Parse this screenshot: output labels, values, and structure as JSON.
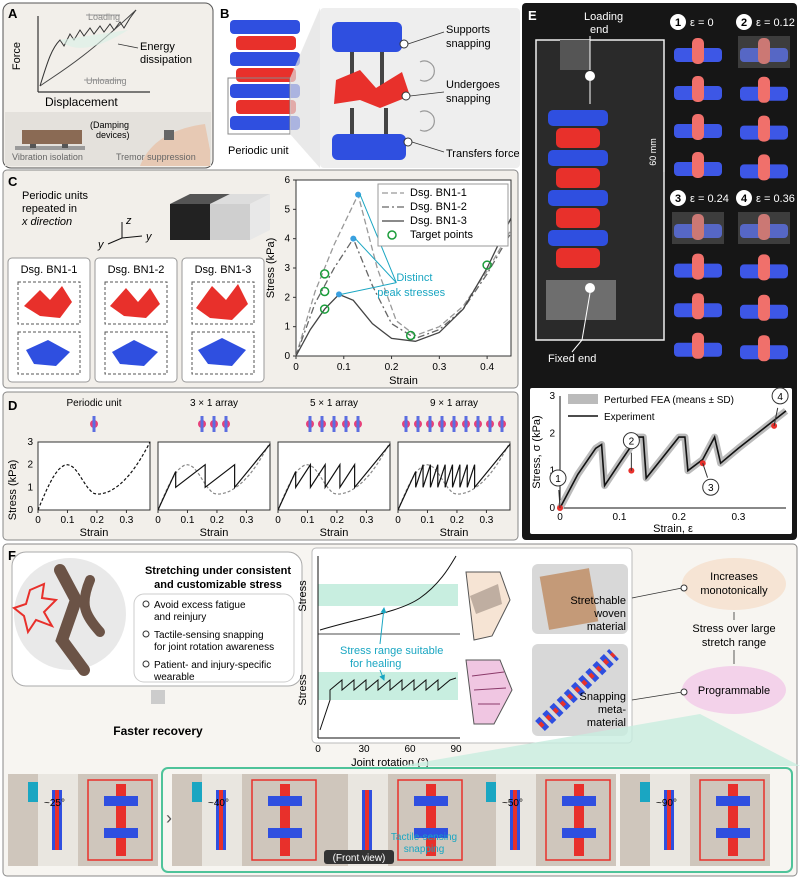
{
  "panels": {
    "A": "A",
    "B": "B",
    "C": "C",
    "D": "D",
    "E": "E",
    "F": "F"
  },
  "panel_a": {
    "ylabel": "Force",
    "xlabel": "Displacement",
    "loading": "Loading",
    "unloading": "Unloading",
    "energy_line1": "Energy",
    "energy_line2": "dissipation",
    "damping_line1": "(Damping",
    "damping_line2": "devices)",
    "vibration": "Vibration isolation",
    "tremor": "Tremor suppression"
  },
  "panel_b": {
    "periodic_unit": "Periodic unit",
    "supports_snapping": "Supports",
    "supports_snapping2": "snapping",
    "undergoes1": "Undergoes",
    "undergoes2": "snapping",
    "transfers": "Transfers force"
  },
  "panel_c": {
    "repeat_line1": "Periodic units",
    "repeat_line2": "repeated in",
    "repeat_line3": "x direction",
    "axis_z": "z",
    "axis_y1": "y",
    "axis_y2": "y",
    "designs": [
      "Dsg. BN1-1",
      "Dsg. BN1-2",
      "Dsg. BN1-3"
    ],
    "distinct1": "Distinct",
    "distinct2": "peak stresses"
  },
  "panel_d": {
    "titles": [
      "Periodic unit",
      "3 × 1 array",
      "5 × 1 array",
      "9 × 1 array"
    ],
    "ylabel": "Stress (kPa)",
    "xlabel": "Strain"
  },
  "panel_e": {
    "loading_end1": "Loading",
    "loading_end2": "end",
    "fixed_end": "Fixed end",
    "scale": "60 mm",
    "states": [
      {
        "num": "1",
        "label": "ε = 0"
      },
      {
        "num": "2",
        "label": "ε = 0.12"
      },
      {
        "num": "3",
        "label": "ε = 0.24"
      },
      {
        "num": "4",
        "label": "ε = 0.36"
      }
    ]
  },
  "panel_f": {
    "box_title1": "Stretching under consistent",
    "box_title2": "and customizable stress",
    "bullets": [
      [
        "Avoid excess fatigue",
        "and reinjury"
      ],
      [
        "Tactile-sensing snapping",
        "for joint rotation awareness"
      ],
      [
        "Patient- and injury-specific",
        "wearable"
      ]
    ],
    "faster": "Faster recovery",
    "stress": "Stress",
    "stress_range1": "Stress range suitable",
    "stress_range2": "for healing",
    "joint_rotation": "Joint rotation (°)",
    "xticks": [
      "0",
      "30",
      "60",
      "90"
    ],
    "woven1": "Stretchable",
    "woven2": "woven",
    "woven3": "material",
    "snap1": "Snapping",
    "snap2": "meta-",
    "snap3": "material",
    "mono1": "Increases",
    "mono2": "monotonically",
    "over1": "Stress over large",
    "over2": "stretch range",
    "programmable": "Programmable",
    "angles": [
      "~25°",
      "~40°",
      "~50°",
      "~90°"
    ],
    "front_view": "(Front view)",
    "tactile1": "Tactile-sensing",
    "tactile2": "snapping"
  },
  "chart_data": [
    {
      "type": "line",
      "panel": "C",
      "xlabel": "Strain",
      "ylabel": "Stress (kPa)",
      "xlim": [
        0,
        0.45
      ],
      "ylim": [
        0,
        6
      ],
      "xticks": [
        0,
        0.1,
        0.2,
        0.3,
        0.4
      ],
      "yticks": [
        0,
        1,
        2,
        3,
        4,
        5,
        6
      ],
      "legend_position": "top-right",
      "series": [
        {
          "name": "Dsg. BN1-1",
          "style": "dashed",
          "x": [
            0,
            0.04,
            0.08,
            0.13,
            0.17,
            0.21,
            0.25,
            0.3,
            0.35,
            0.4,
            0.45
          ],
          "y": [
            0,
            2.2,
            3.8,
            5.5,
            3.0,
            1.2,
            0.7,
            1.0,
            1.7,
            2.9,
            4.3
          ]
        },
        {
          "name": "Dsg. BN1-2",
          "style": "dashdot",
          "x": [
            0,
            0.04,
            0.08,
            0.12,
            0.16,
            0.2,
            0.25,
            0.3,
            0.35,
            0.4,
            0.45
          ],
          "y": [
            0,
            1.8,
            3.0,
            4.0,
            2.4,
            1.1,
            0.6,
            0.9,
            1.6,
            2.8,
            4.2
          ]
        },
        {
          "name": "Dsg. BN1-3",
          "style": "solid",
          "x": [
            0,
            0.03,
            0.06,
            0.09,
            0.12,
            0.16,
            0.2,
            0.25,
            0.3,
            0.35,
            0.4,
            0.45
          ],
          "y": [
            0,
            0.9,
            1.6,
            2.1,
            1.9,
            1.1,
            0.6,
            0.5,
            0.8,
            1.6,
            3.0,
            4.7
          ]
        },
        {
          "name": "Target points",
          "style": "marker",
          "x": [
            0.06,
            0.06,
            0.06,
            0.24,
            0.4
          ],
          "y": [
            2.8,
            2.2,
            1.6,
            0.7,
            3.1
          ]
        }
      ]
    },
    {
      "type": "line",
      "panel": "D",
      "ylabel": "Stress (kPa)",
      "xlabel": "Strain",
      "xlim": [
        0,
        0.38
      ],
      "ylim": [
        0,
        3
      ],
      "xticks": [
        0,
        0.1,
        0.2,
        0.3
      ],
      "yticks": [
        0,
        1,
        2,
        3
      ],
      "subplots": [
        "Periodic unit",
        "3 × 1 array",
        "5 × 1 array",
        "9 × 1 array"
      ],
      "snaps": [
        0,
        2,
        4,
        8
      ]
    },
    {
      "type": "line",
      "panel": "E",
      "xlabel": "Strain, ε",
      "ylabel": "Stress, σ (kPa)",
      "xlim": [
        0,
        0.38
      ],
      "ylim": [
        0,
        3
      ],
      "xticks": [
        0,
        0.1,
        0.2,
        0.3
      ],
      "yticks": [
        0,
        1,
        2,
        3
      ],
      "series": [
        {
          "name": "Perturbed FEA (means ± SD)"
        },
        {
          "name": "Experiment"
        }
      ],
      "states": [
        {
          "num": "1",
          "x": 0.0,
          "y": 0.0
        },
        {
          "num": "2",
          "x": 0.12,
          "y": 1.0
        },
        {
          "num": "3",
          "x": 0.24,
          "y": 1.2
        },
        {
          "num": "4",
          "x": 0.36,
          "y": 2.2
        }
      ]
    }
  ],
  "colors": {
    "red": "#e8302b",
    "blue": "#2f4fe0",
    "teal": "#1aa6c2",
    "panel_bg": "#f2efea",
    "dark_panel": "#161616",
    "mint": "#c8eee0",
    "peach": "#f6e4d4",
    "pink": "#f3d2ea",
    "green_marker": "#1a9c3a"
  }
}
